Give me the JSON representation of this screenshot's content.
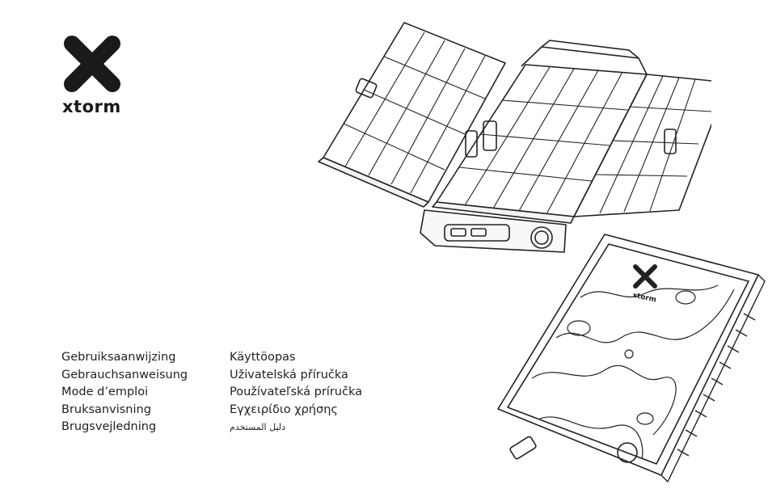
{
  "brand": {
    "logo_icon": "x-logo",
    "wordmark": "xtorm",
    "color": "#1a1a1a"
  },
  "languages": {
    "left": [
      "Gebruiksaanwijzing",
      "Gebrauchsanweisung",
      "Mode d’emploi",
      "Bruksanvisning",
      "Brugsvejledning"
    ],
    "right": [
      "Käyttöopas",
      "Uživatelská příručka",
      "Používateľská príručka",
      "Εγχειρίδιο χρήσης",
      "دليل المستخدم"
    ]
  },
  "illustrations": {
    "solar_panel": "open solar panel power bank line drawing",
    "powerbank": "rugged power bank line drawing",
    "powerbank_logo": "xtorm"
  }
}
